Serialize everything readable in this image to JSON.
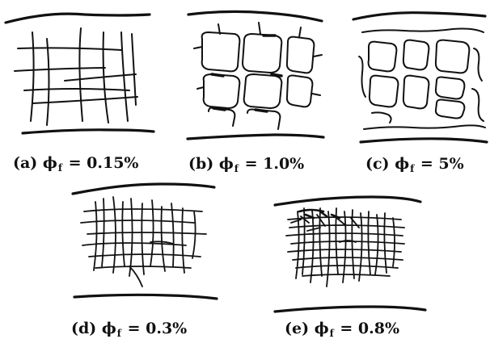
{
  "panels": [
    {
      "letter": "(a)",
      "phi": "ϕ",
      "sub": "f",
      "value": "= 0.15%"
    },
    {
      "letter": "(b)",
      "phi": "ϕ",
      "sub": "f",
      "value": "= 1.0%"
    },
    {
      "letter": "(c)",
      "phi": "ϕ",
      "sub": "f",
      "value": "= 5%"
    },
    {
      "letter": "(d)",
      "phi": "ϕ",
      "sub": "f",
      "value": "= 0.3%"
    },
    {
      "letter": "(e)",
      "phi": "ϕ",
      "sub": "f",
      "value": "= 0.8%"
    }
  ]
}
